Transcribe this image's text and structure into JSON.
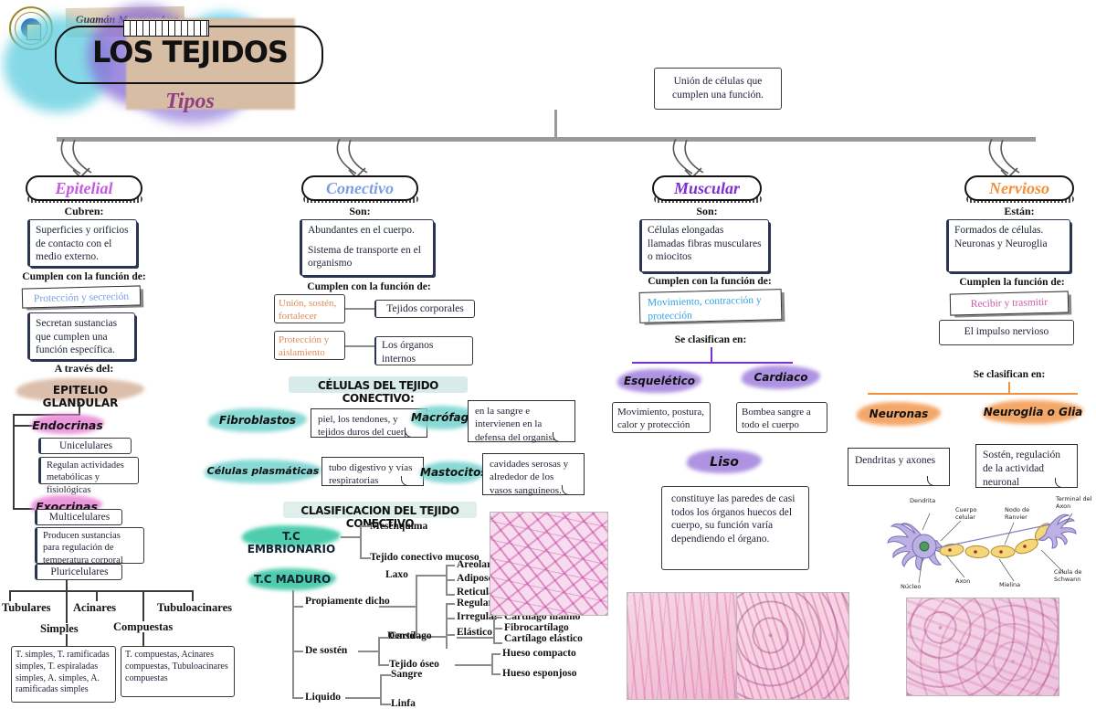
{
  "meta": {
    "author_tape": "Guamán Montero Ana",
    "logo_name": "universidad-central-del-ecuador-logo"
  },
  "title": {
    "main": "LOS TEJIDOS",
    "subtitle": "Tipos",
    "definition": "Unión de células que cumplen una función."
  },
  "colors": {
    "epitelial": "#c45ae0",
    "conectivo": "#7b9fe0",
    "muscular": "#7b2fd0",
    "nervioso": "#f2913d",
    "bar": "#9a9a9a",
    "mint_highlight": "#d7ecea",
    "pink_blob": "#e98fd8",
    "teal_blob": "#7fd6d2",
    "green_blob": "#3fc9a6",
    "purple_blob": "#a88ae0",
    "orange_blob": "#f3a05c",
    "tan_blob": "#d9b9a4"
  },
  "branches": [
    {
      "id": "epitelial",
      "name": "Epitelial",
      "intro_label": "Cubren:",
      "intro_box": "Superficies y orificios de contacto con el medio externo.",
      "function_label": "Cumplen con la función de:",
      "function_tilt": "Protección y secreción",
      "function_box": "Secretan sustancias que cumplen una función específica.",
      "through_label": "A través del:",
      "through_blob": "EPITELIO GLANDULAR",
      "glands": [
        {
          "name": "Endocrinas",
          "items": [
            "Unicelulares",
            "Regulan actividades metabólicas y fisiológicas"
          ]
        },
        {
          "name": "Exocrinas",
          "items": [
            "Multicelulares",
            "Producen sustancias para regulación de temperatura corporal",
            "Pluricelulares"
          ]
        }
      ],
      "gland_tree": {
        "level1": [
          "Tubulares",
          "Acinares",
          "Tubuloacinares"
        ],
        "level2": [
          "Simples",
          "Compuestas"
        ],
        "leaf_simples": "T. simples, T. ramificadas simples, T. espiraladas simples, A. simples, A. ramificadas simples",
        "leaf_compuestas": "T. compuestas, Acinares compuestas, Tubuloacinares compuestas"
      }
    },
    {
      "id": "conectivo",
      "name": "Conectivo",
      "intro_label": "Son:",
      "intro_box_line1": "Abundantes en el cuerpo.",
      "intro_box_line2": "Sistema de transporte en el organismo",
      "function_label": "Cumplen con la función de:",
      "functions": [
        {
          "left": "Unión, sostén, fortalecer",
          "right": "Tejidos corporales"
        },
        {
          "left": "Protección y aislamiento",
          "right": "Los órganos internos"
        }
      ],
      "cells_header": "CÉLULAS DEL TEJIDO CONECTIVO:",
      "cells": [
        {
          "name": "Fibroblastos",
          "desc": "piel, los tendones, y tejidos duros del cuerpo"
        },
        {
          "name": "Macrófagos",
          "desc": "en la sangre e intervienen en la defensa del organismo"
        },
        {
          "name": "Células plasmáticas",
          "desc": "tubo digestivo y vías respiratorias"
        },
        {
          "name": "Mastocitos",
          "desc": "cavidades serosas y alrededor de los vasos sanguíneos."
        }
      ],
      "classification_header": "CLASIFICACION DEL TEJIDO CONECTIVO",
      "embrionario": {
        "name": "T.C EMBRIONARIO",
        "items": [
          "Mesénquima",
          "Tejido conectivo mucoso"
        ]
      },
      "maduro": {
        "name": "T.C MADURO",
        "groups": [
          {
            "name": "Propiamente dicho",
            "sub": [
              {
                "name": "Laxo",
                "items": [
                  "Areolar",
                  "Adiposo",
                  "Reticular"
                ]
              },
              {
                "name": "Denso",
                "items": [
                  "Regular",
                  "Irregular",
                  "Elástico"
                ]
              }
            ]
          },
          {
            "name": "De sostén",
            "sub": [
              {
                "name": "Cartílago",
                "items": [
                  "Cartílago hialino",
                  "Fibrocartílago",
                  "Cartílago elástico"
                ]
              },
              {
                "name": "Tejido óseo",
                "items": [
                  "Hueso compacto",
                  "Hueso esponjoso"
                ]
              }
            ]
          },
          {
            "name": "Liquido",
            "sub": [
              {
                "name": "Sangre",
                "items": []
              },
              {
                "name": "Linfa",
                "items": []
              }
            ]
          }
        ]
      }
    },
    {
      "id": "muscular",
      "name": "Muscular",
      "intro_label": "Son:",
      "intro_box": "Células elongadas llamadas fibras musculares o miocitos",
      "function_label": "Cumplen con la función de:",
      "function_tilt": "Movimiento, contracción y protección",
      "classify_label": "Se clasifican en:",
      "types": [
        {
          "name": "Esquelético",
          "desc": "Movimiento, postura, calor y protección"
        },
        {
          "name": "Cardiaco",
          "desc": "Bombea sangre a todo el cuerpo"
        },
        {
          "name": "Liso",
          "desc": "constituye las paredes de casi todos los órganos huecos del cuerpo, su función varía dependiendo el órgano."
        }
      ]
    },
    {
      "id": "nervioso",
      "name": "Nervioso",
      "intro_label": "Están:",
      "intro_box": "Formados de células. Neuronas y Neuroglia",
      "function_label": "Cumplen la función de:",
      "function_tilt": "Recibir y trasmitir",
      "function_box": "El impulso nervioso",
      "classify_label": "Se clasifican en:",
      "types": [
        {
          "name": "Neuronas",
          "desc": "Dendritas y axones"
        },
        {
          "name": "Neuroglia o Glia",
          "desc": "Sostén, regulación de la actividad neuronal"
        }
      ],
      "neuron_diagram_labels": [
        "Dendrita",
        "Cuerpo celular",
        "Nodo de Ranvier",
        "Terminal del Axon",
        "Núcleo",
        "Axon",
        "Mielina",
        "Célula de Schwann"
      ]
    }
  ],
  "micrographs": [
    {
      "name": "connective-tissue-micrograph"
    },
    {
      "name": "skeletal-muscle-micrograph"
    },
    {
      "name": "cardiac-muscle-micrograph"
    },
    {
      "name": "nervous-tissue-micrograph"
    }
  ]
}
